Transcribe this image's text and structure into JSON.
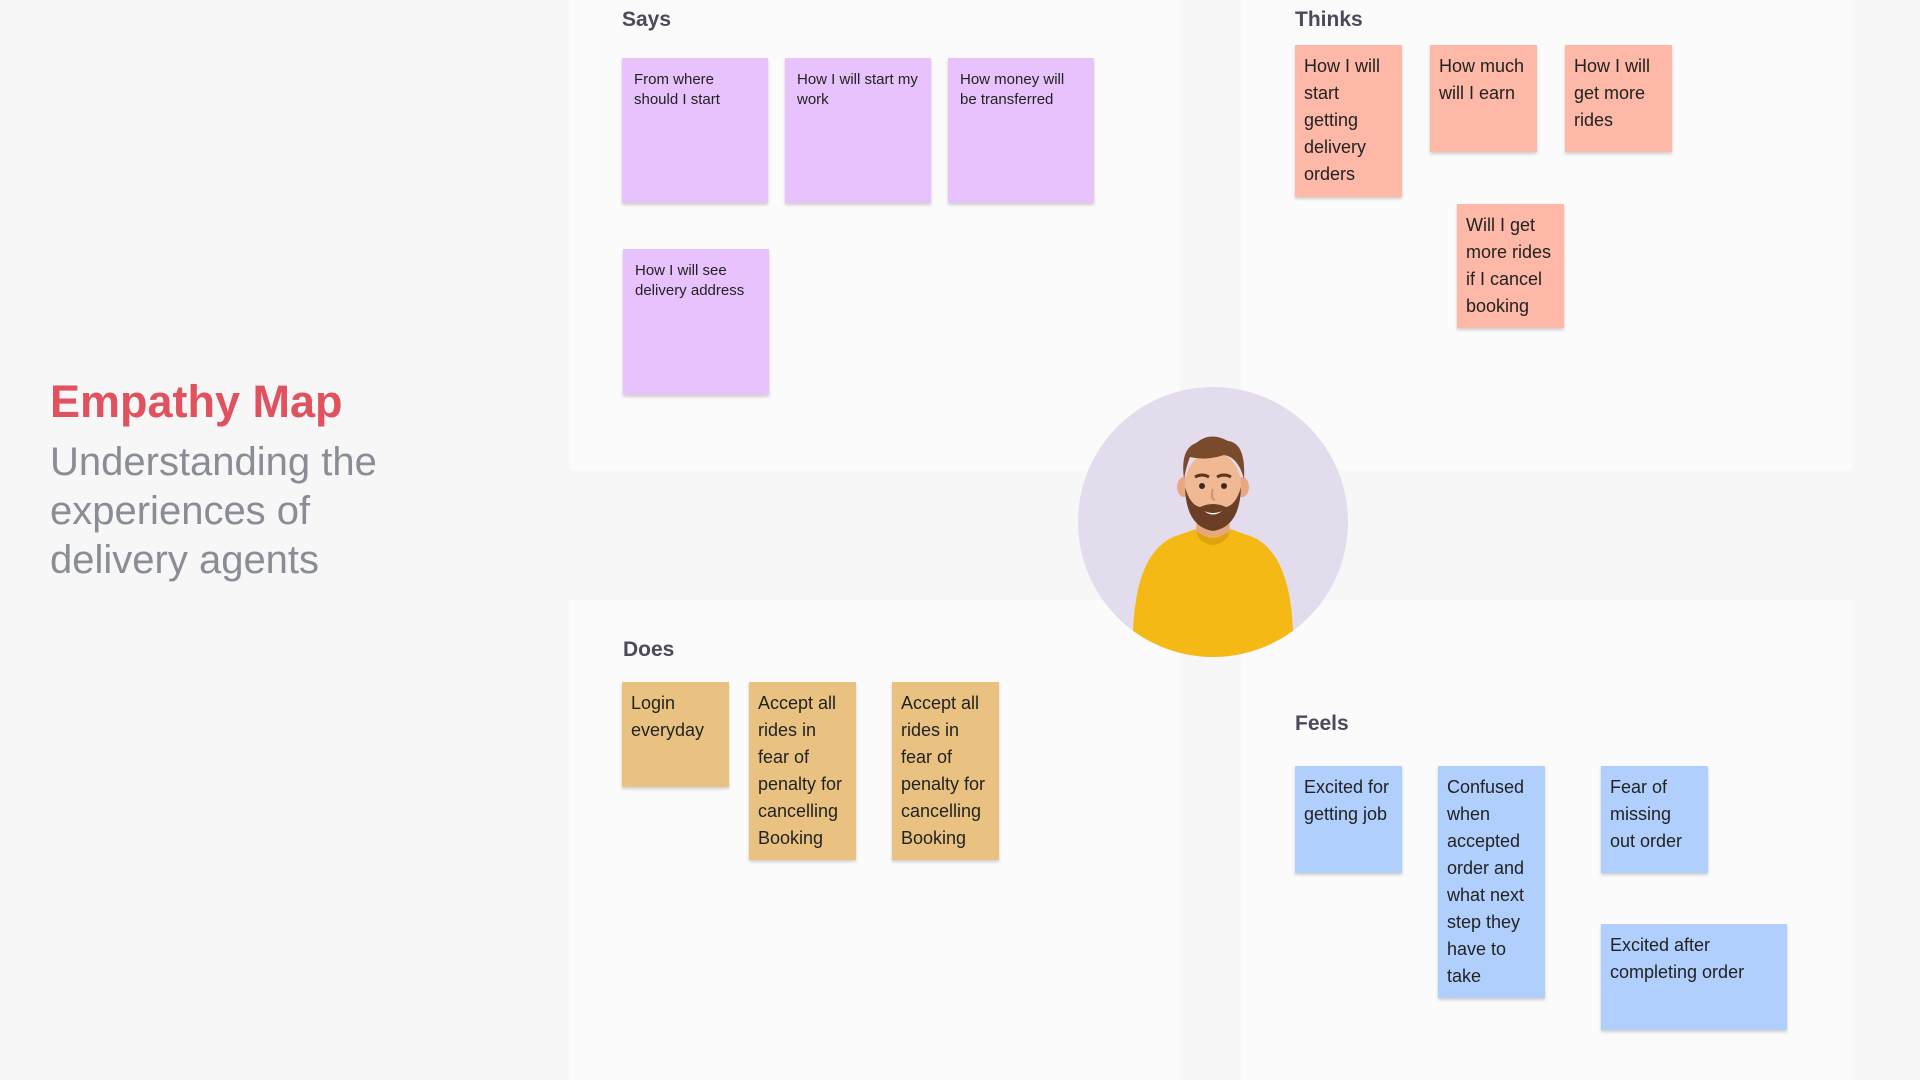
{
  "title": "Empathy Map",
  "subtitle": "Understanding the experiences of delivery agents",
  "colors": {
    "title": "#e0525e",
    "says_note": "#e8c2fc",
    "thinks_note": "#fdb8a8",
    "does_note": "#e9c281",
    "feels_note": "#b0cffc",
    "avatar_bg": "#e2dcec"
  },
  "persona_icon": "bearded-man-yellow-shirt-avatar",
  "says": {
    "title": "Says",
    "notes": [
      "From where should I start",
      "How I will start my work",
      "How money will be transferred",
      "How I will see delivery address"
    ]
  },
  "thinks": {
    "title": "Thinks",
    "notes": [
      "How I will start getting delivery orders",
      "How much will I earn",
      "How I will get more rides",
      "Will I get more rides if I cancel booking"
    ]
  },
  "does": {
    "title": "Does",
    "notes": [
      "Login everyday",
      "Accept all rides in fear of penalty for cancelling Booking",
      "Accept all rides in fear of penalty for cancelling Booking"
    ]
  },
  "feels": {
    "title": "Feels",
    "notes": [
      "Excited for getting job",
      "Confused when accepted order and what next step they have to take",
      "Fear of missing out order",
      "Excited after completing order"
    ]
  }
}
